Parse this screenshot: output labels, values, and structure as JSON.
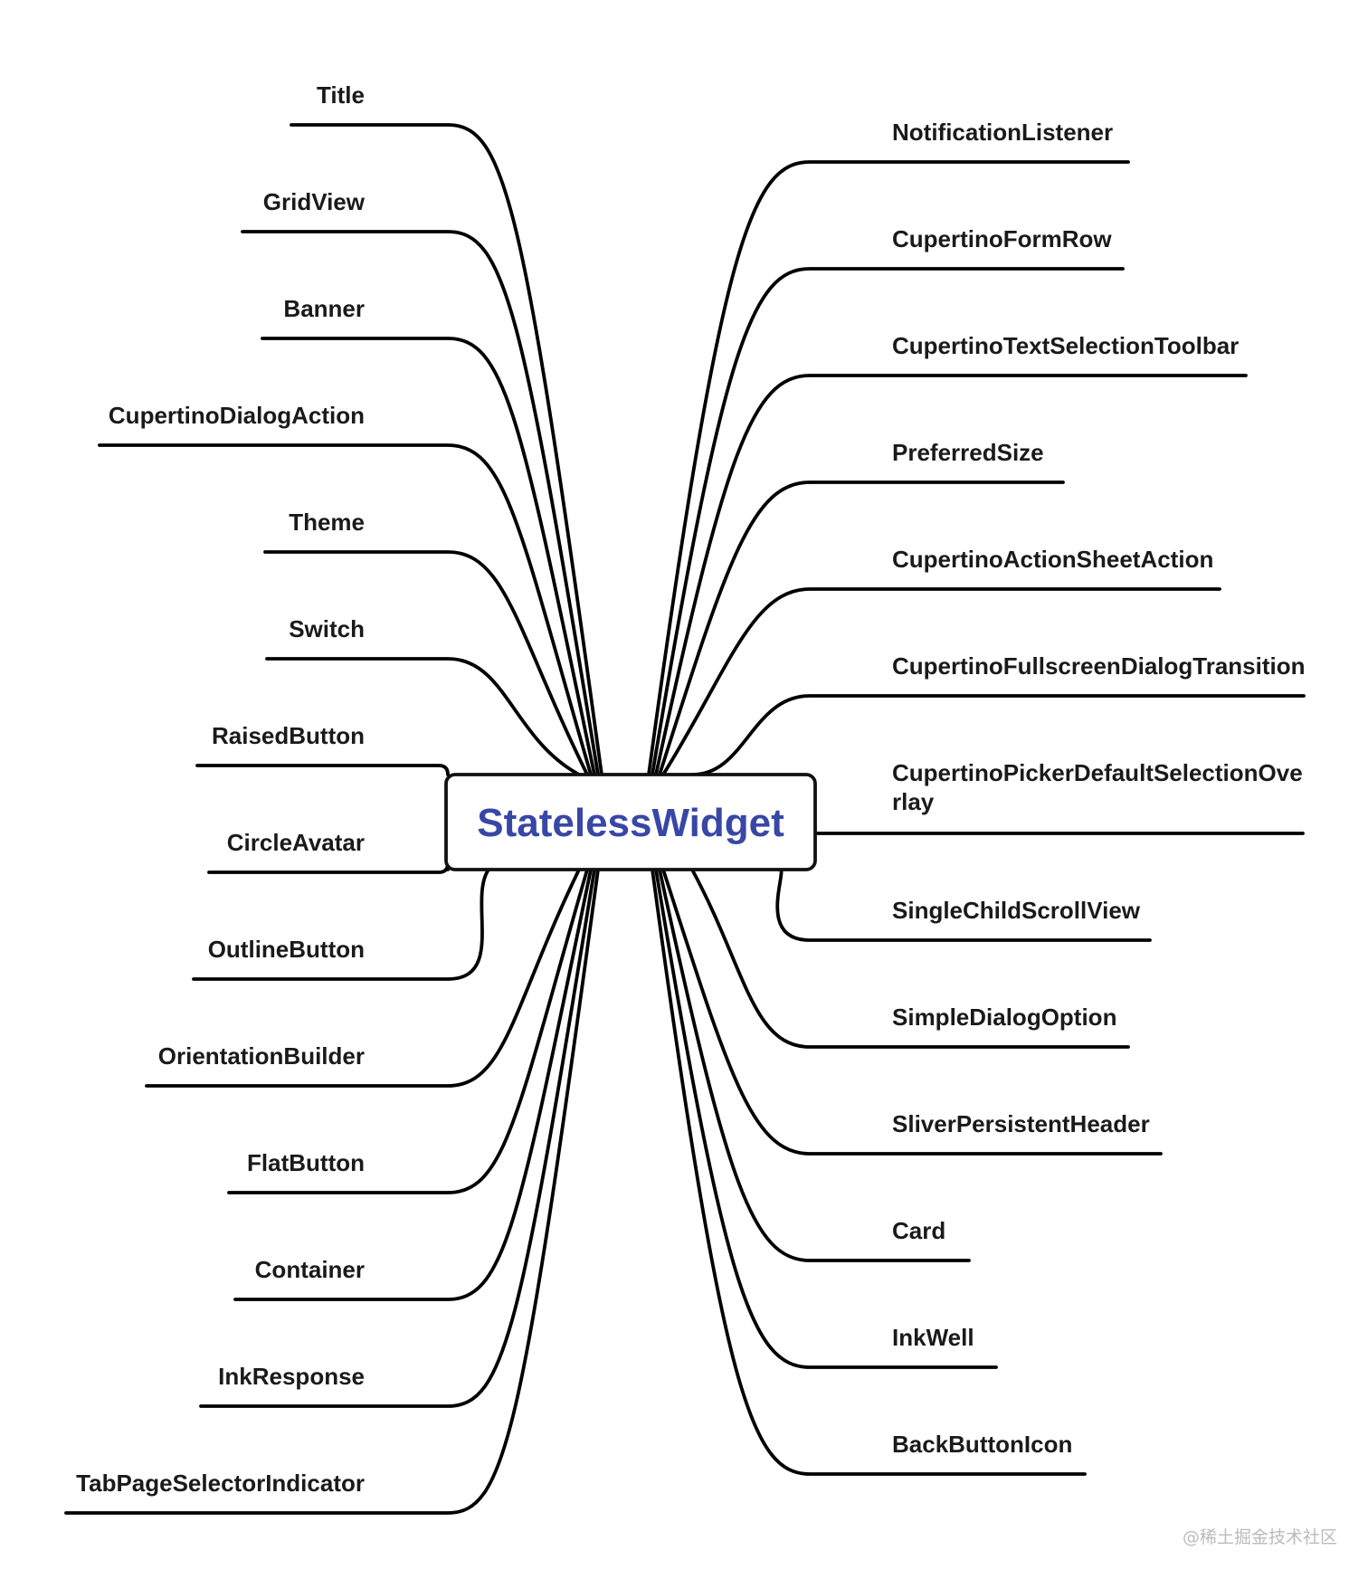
{
  "diagram": {
    "center": {
      "label": "StatelessWidget",
      "color": "#3847a6"
    },
    "left_nodes": [
      {
        "label": "Title"
      },
      {
        "label": "GridView"
      },
      {
        "label": "Banner"
      },
      {
        "label": "CupertinoDialogAction"
      },
      {
        "label": "Theme"
      },
      {
        "label": "Switch"
      },
      {
        "label": "RaisedButton"
      },
      {
        "label": "CircleAvatar"
      },
      {
        "label": "OutlineButton"
      },
      {
        "label": "OrientationBuilder"
      },
      {
        "label": "FlatButton"
      },
      {
        "label": "Container"
      },
      {
        "label": "InkResponse"
      },
      {
        "label": "TabPageSelectorIndicator"
      }
    ],
    "right_nodes": [
      {
        "label": "NotificationListener"
      },
      {
        "label": "CupertinoFormRow"
      },
      {
        "label": "CupertinoTextSelectionToolbar"
      },
      {
        "label": "PreferredSize"
      },
      {
        "label": "CupertinoActionSheetAction"
      },
      {
        "label": "CupertinoFullscreenDialogTransition"
      },
      {
        "label": "CupertinoPickerDefaultSelectionOverlay",
        "lines": [
          "CupertinoPickerDefaultSelectionOve",
          "rlay"
        ]
      },
      {
        "label": "SingleChildScrollView"
      },
      {
        "label": "SimpleDialogOption"
      },
      {
        "label": "SliverPersistentHeader"
      },
      {
        "label": "Card"
      },
      {
        "label": "InkWell"
      },
      {
        "label": "BackButtonIcon"
      }
    ]
  },
  "watermark": "@稀土掘金技术社区"
}
